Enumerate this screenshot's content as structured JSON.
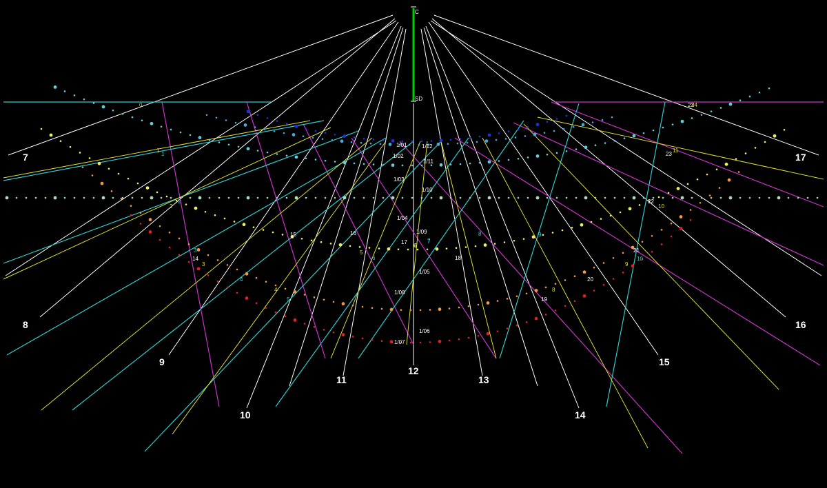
{
  "colors": {
    "background": "#000000",
    "hour_line": "#ffffff",
    "gnomon": "#00cc00",
    "magenta": "#cc33cc",
    "cyan": "#33cccc",
    "yellow": "#dddd33"
  },
  "gnomon": {
    "top_label": "C",
    "bottom_label": "SD"
  },
  "hour_labels": [
    "7",
    "8",
    "9",
    "10",
    "11",
    "12",
    "13",
    "14",
    "15",
    "16",
    "17"
  ],
  "date_labels": {
    "left": [
      "1/01",
      "1/02",
      "1/03",
      "1/04",
      "17",
      "1/05",
      "1/08",
      "1/06",
      "1/07"
    ],
    "right": [
      "1/12",
      "1/11",
      "1/10",
      "1/09",
      "6",
      "7"
    ]
  },
  "cyan_labels": [
    "0",
    "1",
    "2",
    "3",
    "4",
    "5",
    "6",
    "7",
    "8",
    "9",
    "10"
  ],
  "yellow_labels": [
    "1",
    "2",
    "3",
    "4",
    "5",
    "6",
    "8",
    "9",
    "10",
    "11"
  ],
  "white_small_labels": [
    "14",
    "15",
    "16",
    "18",
    "19",
    "20",
    "21",
    "22",
    "23",
    "23",
    "24"
  ]
}
